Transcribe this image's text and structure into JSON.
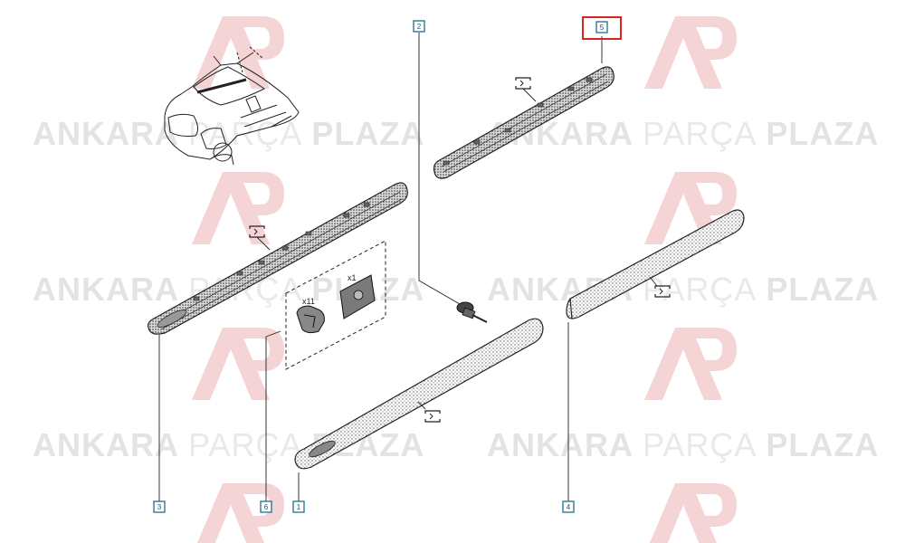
{
  "watermark": {
    "brand_bold_left": "ANKARA",
    "brand_light": "PARÇA",
    "brand_bold_right": "PLAZA"
  },
  "callouts": [
    {
      "id": "1",
      "label": "1",
      "highlighted": false
    },
    {
      "id": "2",
      "label": "2",
      "highlighted": false
    },
    {
      "id": "3",
      "label": "3",
      "highlighted": false
    },
    {
      "id": "4",
      "label": "4",
      "highlighted": false
    },
    {
      "id": "5",
      "label": "5",
      "highlighted": true
    },
    {
      "id": "6",
      "label": "6",
      "highlighted": false
    }
  ],
  "kit": {
    "clip_qty": "x11",
    "bracket_qty": "x1"
  },
  "colors": {
    "callout_border": "#1f6e8c",
    "highlight": "#d9231f",
    "watermark_logo": "#f4d4d4",
    "line": "#222222"
  }
}
